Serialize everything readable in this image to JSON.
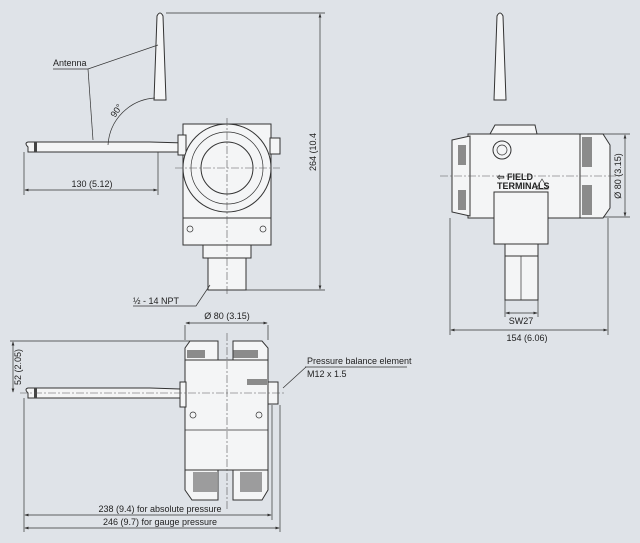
{
  "labels": {
    "antenna": "Antenna",
    "angle": "90°",
    "antenna_length": "130 (5.12)",
    "height": "264 (10.4",
    "npt": "½ - 14 NPT",
    "diameter_side": "Ø 80 (3.15)",
    "field_terminals_1": "⇦ FIELD",
    "field_terminals_2": "TERMINALS",
    "sw": "SW27",
    "width": "154 (6.06)",
    "diameter_bottom": "Ø 80 (3.15)",
    "offset": "52 (2.05)",
    "pressure_element": "Pressure balance element",
    "thread": "M12 x 1.5",
    "length_absolute": "238 (9.4) for absolute pressure",
    "length_gauge": "246 (9.7) for gauge pressure"
  }
}
